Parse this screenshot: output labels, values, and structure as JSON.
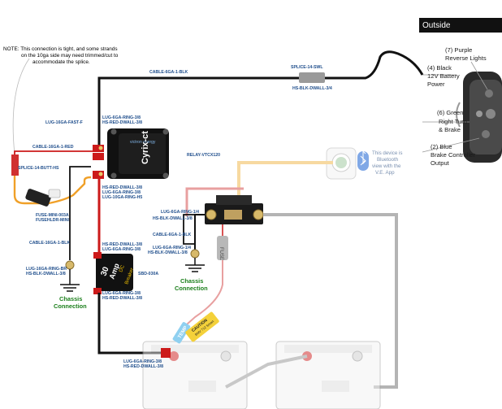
{
  "outside": {
    "title": "Outside",
    "pins": [
      {
        "num": "(7) Purple",
        "desc": "Reverse Lights"
      },
      {
        "num": "(4) Black",
        "desc": "12V Battery",
        "desc2": "Power"
      },
      {
        "num": "(6) Green",
        "desc": "Right Turn",
        "desc2": "& Brake"
      },
      {
        "num": "(2) Blue",
        "desc": "Brake Controller",
        "desc2": "Output"
      }
    ]
  },
  "note": {
    "lines": [
      "NOTE: This connection is tight, and some strands",
      "on the 10ga side may need trimmed/cut to",
      "accommodate the splice."
    ]
  },
  "labels": {
    "cable_6ga_top": "CABLE-6GA-1-BLK",
    "splice_14_swl": "SPLICE-14-SWL",
    "hs_blk_dwall_top": "HS-BLK-DWALL-3/4",
    "lug_6ga_fast": "LUG-16GA-FAST-F",
    "lug_6ga_ring_38_a": "LUG-6GA-RING-3/8",
    "hs_red_dwall_38_a": "HS-RED-DWALL-3/8",
    "cable_16ga_red": "CABLE-16GA-1-RED",
    "relay": "RELAY-VTCX120",
    "splice_14_butt": "SPLICE-14-BUTT-HS",
    "hs_red_dwall_38_b": "HS-RED-DWALL-3/8",
    "lug_6ga_ring_38_b": "LUG-6GA-RING-3/8",
    "lug_10ga_ring_h5": "LUG-10GA-RING-H5",
    "fuse": "FUSE-MINI-003A",
    "fuseholder": "FUSEHLDR-MINI",
    "cable_16ga_blk": "CABLE-16GA-1-BLK",
    "lug_6ga_ring_14_a": "LUG-6GA-RING-1/4",
    "hs_blk_dwall_38_a": "HS-BLK-DWALL-3/8",
    "cable_6ga_blk_mid": "CABLE-6GA-1-BLK",
    "lug_6ga_ring_14_b": "LUG-6GA-RING-1/4",
    "hs_blk_dwall_38_b": "HS-BLK-DWALL-3/8",
    "hs_red_dwall_38_c": "HS-RED-DWALL-3/8",
    "lug_6ga_ring_38_c": "LUG-6GA-RING-3/8",
    "lug_16ga_ring_br": "LUG-16GA-RING-BR",
    "hs_blk_dwall_38_c": "HS-BLK-DWALL-3/8",
    "breaker_part": "SBD-030A",
    "lug_6ga_ring_38_d": "LUG-6GA-RING-3/8",
    "hs_red_dwall_38_d": "HS-RED-DWALL-3/8",
    "lug_6ga_ring_38_e": "LUG-6GA-RING-3/8",
    "hs_red_dwall_38_e": "HS-RED-DWALL-3/8",
    "chassis_left_1": "Chassis",
    "chassis_left_2": "Connection",
    "chassis_mid_1": "Chassis",
    "chassis_mid_2": "Connection",
    "fuse_inline": "FUSE",
    "temp": "TEMP",
    "caution": "CAUTION",
    "caution2": "BMV 712 Smart"
  },
  "relay_device": {
    "brand": "victron energy",
    "name": "Cyrix-ct"
  },
  "breaker_device": {
    "amp": "30",
    "unit": "Amp",
    "type": "Breaker",
    "dc": "DC"
  },
  "bluetooth": {
    "lines": [
      "This device is",
      "Bluetooth",
      "view with the",
      "V.E. App"
    ]
  },
  "colors": {
    "black_wire": "#111111",
    "red_wire": "#cc1a1a",
    "orange_wire": "#f0a028",
    "grey_wire": "#b4b4b4",
    "label_blue": "#1f4e8c",
    "chassis_green": "#1b7f1b",
    "title_bar": "#111111"
  }
}
